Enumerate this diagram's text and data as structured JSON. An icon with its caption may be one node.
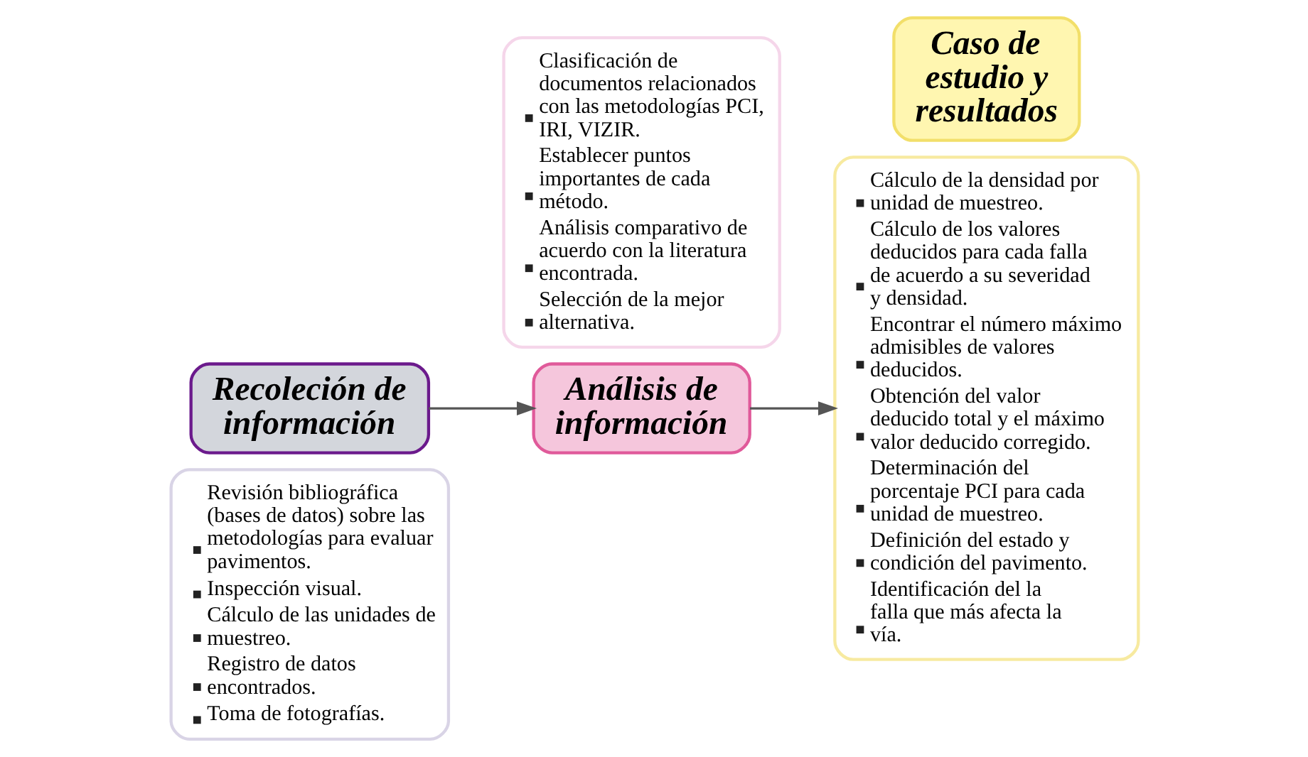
{
  "diagram": {
    "nodes": [
      {
        "text": [
          "Revisión bibliográfica (bases de datos) sobre las metodologías para evaluar pavimentos.",
          "Inspección visual.",
          "Cálculo de las unidades de muestreo.",
          "Registro de datos encontrados.",
          "Toma de fotografías."
        ]
      },
      {
        "text": [
          "Recoleción de información"
        ]
      },
      {
        "text": [
          "Análisis de información"
        ]
      },
      {
        "text": [
          "Clasificación de documentos relacionados con las metodologías PCI, IRI, VIZIR.",
          "Establecer puntos importantes de cada método.",
          "Análisis comparativo de acuerdo con la literatura encontrada.",
          "Selección de la mejor alternativa."
        ]
      },
      {
        "text": [
          "Cálculo de la densidad por unidad de muestreo.",
          "Cálculo de los valores deducidos para cada falla de acuerdo a su severidad y densidad.",
          "Encontrar el número máximo admisibles de valores deducidos.",
          "Obtención del valor deducido total y el máximo valor deducido corregido.",
          "Determinación del porcentaje PCI para cada unidad de muestreo.",
          "Definición del estado y condición del pavimento.",
          "Identificación del la falla que más afecta la vía."
        ]
      },
      {
        "text": [
          "Caso de estudio y resultados"
        ]
      }
    ],
    "edges": [
      {
        "from": 1,
        "to": 2,
        "arrow": "to"
      },
      {
        "from": 2,
        "to": 4,
        "arrow": "to"
      }
    ]
  }
}
